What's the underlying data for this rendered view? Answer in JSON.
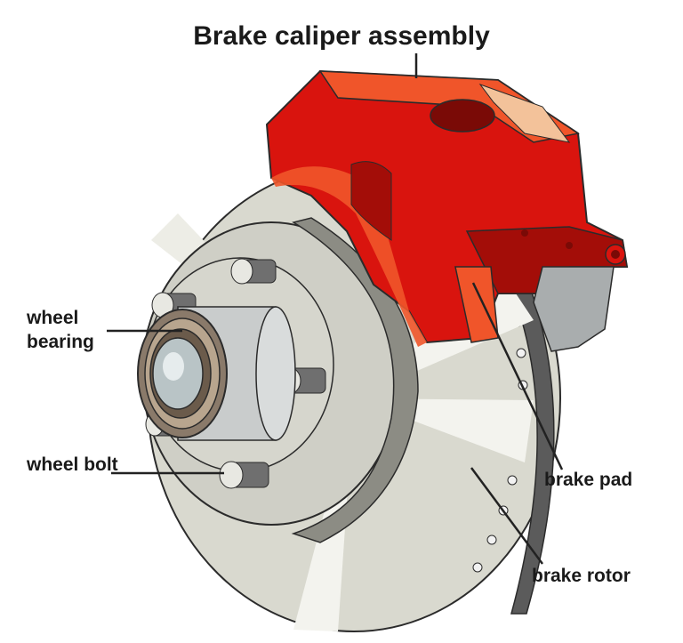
{
  "diagram": {
    "title": "Brake caliper assembly",
    "labels": {
      "wheel_bearing_line1": "wheel",
      "wheel_bearing_line2": "bearing",
      "wheel_bolt": "wheel bolt",
      "brake_pad": "brake pad",
      "brake_rotor": "brake rotor"
    },
    "colors": {
      "caliper": "#d9140e",
      "caliper_dark": "#a30d08",
      "caliper_light": "#f0552a",
      "rotor": "#d9d9cf",
      "rotor_shade": "#bdbdb2",
      "hub": "#c8c8bf",
      "bearing": "#8a8a8a",
      "leader": "#222222"
    }
  }
}
